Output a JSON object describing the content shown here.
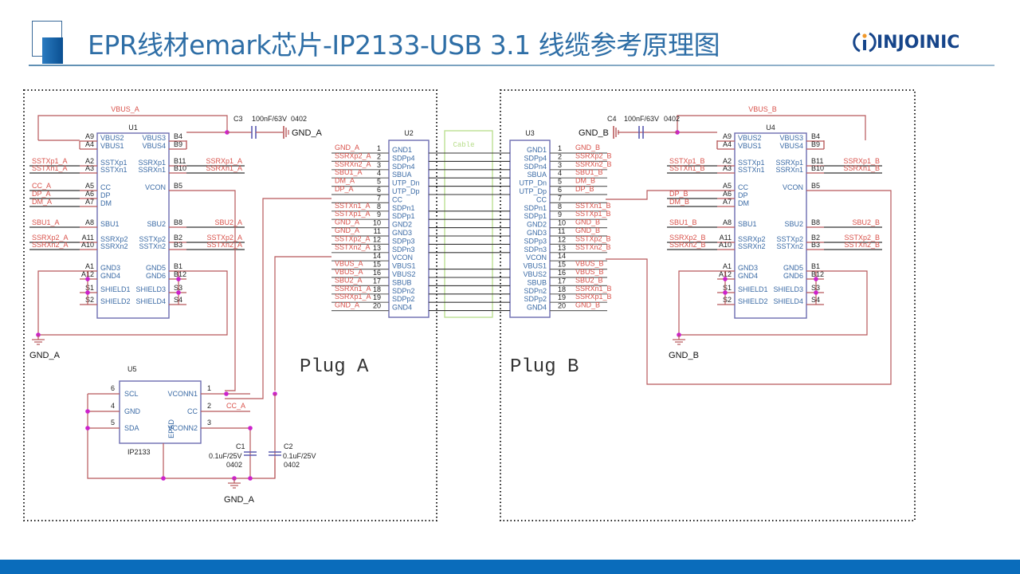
{
  "header": {
    "title": "EPR线材emark芯片-IP2133-USB 3.1 线缆参考原理图",
    "brand": "INJOINIC",
    "brand_icon": "i-circle-logo-icon"
  },
  "colors": {
    "accent": "#0a6cbb",
    "title": "#2e6ea6",
    "wire": "#b8585a",
    "net_label": "#d9524b",
    "pin_name": "#3a6aa5",
    "junction": "#cc22cc",
    "cable": "#b7dd8a"
  },
  "schematic": {
    "plug_a_label": "Plug A",
    "plug_b_label": "Plug B",
    "cable_label": "Cable",
    "u1": {
      "ref": "U1",
      "vbus_net": "VBUS_A",
      "left": [
        {
          "pin": "A9",
          "name": "VBUS2",
          "net": ""
        },
        {
          "pin": "A4",
          "name": "VBUS1",
          "net": ""
        },
        {
          "pin": "A2",
          "name": "SSTXp1",
          "net": "SSTXp1_A"
        },
        {
          "pin": "A3",
          "name": "SSTXn1",
          "net": "SSTXn1_A"
        },
        {
          "pin": "A5",
          "name": "CC",
          "net": "CC_A"
        },
        {
          "pin": "A6",
          "name": "DP",
          "net": "DP_A"
        },
        {
          "pin": "A7",
          "name": "DM",
          "net": "DM_A"
        },
        {
          "pin": "A8",
          "name": "SBU1",
          "net": "SBU1_A"
        },
        {
          "pin": "A11",
          "name": "SSRXp2",
          "net": "SSRXp2_A"
        },
        {
          "pin": "A10",
          "name": "SSRXn2",
          "net": "SSRXn2_A"
        },
        {
          "pin": "A1",
          "name": "GND3",
          "net": ""
        },
        {
          "pin": "A12",
          "name": "GND4",
          "net": ""
        },
        {
          "pin": "S1",
          "name": "SHIELD1",
          "net": ""
        },
        {
          "pin": "S2",
          "name": "SHIELD2",
          "net": ""
        }
      ],
      "right": [
        {
          "pin": "B4",
          "name": "VBUS3",
          "net": ""
        },
        {
          "pin": "B9",
          "name": "VBUS4",
          "net": ""
        },
        {
          "pin": "B11",
          "name": "SSRXp1",
          "net": "SSRXp1_A"
        },
        {
          "pin": "B10",
          "name": "SSRXn1",
          "net": "SSRXn1_A"
        },
        {
          "pin": "B5",
          "name": "VCON",
          "net": ""
        },
        {
          "pin": "B8",
          "name": "SBU2",
          "net": "SBU2_A"
        },
        {
          "pin": "B2",
          "name": "SSTXp2",
          "net": "SSTXp2_A"
        },
        {
          "pin": "B3",
          "name": "SSTXn2",
          "net": "SSTXn2_A"
        },
        {
          "pin": "B1",
          "name": "GND5",
          "net": ""
        },
        {
          "pin": "B12",
          "name": "GND6",
          "net": ""
        },
        {
          "pin": "S3",
          "name": "SHIELD3",
          "net": ""
        },
        {
          "pin": "S4",
          "name": "SHIELD4",
          "net": ""
        }
      ],
      "gnd": "GND_A"
    },
    "c3": {
      "ref": "C3",
      "value": "100nF/63V",
      "package": "0402",
      "gnd": "GND_A"
    },
    "c4": {
      "ref": "C4",
      "value": "100nF/63V",
      "package": "0402",
      "gnd": "GND_B"
    },
    "u2": {
      "ref": "U2",
      "pins": [
        {
          "num": "1",
          "name": "GND1",
          "net": "GND_A"
        },
        {
          "num": "2",
          "name": "SDPp4",
          "net": "SSRXp2_A"
        },
        {
          "num": "3",
          "name": "SDPn4",
          "net": "SSRXn2_A"
        },
        {
          "num": "4",
          "name": "SBUA",
          "net": "SBU1_A"
        },
        {
          "num": "5",
          "name": "UTP_Dn",
          "net": "DM_A"
        },
        {
          "num": "6",
          "name": "UTP_Dp",
          "net": "DP_A"
        },
        {
          "num": "7",
          "name": "CC",
          "net": ""
        },
        {
          "num": "8",
          "name": "SDPn1",
          "net": "SSTXn1_A"
        },
        {
          "num": "9",
          "name": "SDPp1",
          "net": "SSTXp1_A"
        },
        {
          "num": "10",
          "name": "GND2",
          "net": "GND_A"
        },
        {
          "num": "11",
          "name": "GND3",
          "net": "GND_A"
        },
        {
          "num": "12",
          "name": "SDPp3",
          "net": "SSTXp2_A"
        },
        {
          "num": "13",
          "name": "SDPn3",
          "net": "SSTXn2_A"
        },
        {
          "num": "14",
          "name": "VCON",
          "net": ""
        },
        {
          "num": "15",
          "name": "VBUS1",
          "net": "VBUS_A"
        },
        {
          "num": "16",
          "name": "VBUS2",
          "net": "VBUS_A"
        },
        {
          "num": "17",
          "name": "SBUB",
          "net": "SBU2_A"
        },
        {
          "num": "18",
          "name": "SDPn2",
          "net": "SSRXn1_A"
        },
        {
          "num": "19",
          "name": "SDPp2",
          "net": "SSRXp1_A"
        },
        {
          "num": "20",
          "name": "GND4",
          "net": "GND_A"
        }
      ]
    },
    "u3": {
      "ref": "U3",
      "pins": [
        {
          "num": "1",
          "name": "GND1",
          "net": "GND_B"
        },
        {
          "num": "2",
          "name": "SDPp4",
          "net": "SSRXp2_B"
        },
        {
          "num": "3",
          "name": "SDPn4",
          "net": "SSRXn2_B"
        },
        {
          "num": "4",
          "name": "SBUA",
          "net": "SBU1_B"
        },
        {
          "num": "5",
          "name": "UTP_Dn",
          "net": "DM_B"
        },
        {
          "num": "6",
          "name": "UTP_Dp",
          "net": "DP_B"
        },
        {
          "num": "7",
          "name": "CC",
          "net": ""
        },
        {
          "num": "8",
          "name": "SDPn1",
          "net": "SSTXn1_B"
        },
        {
          "num": "9",
          "name": "SDPp1",
          "net": "SSTXp1_B"
        },
        {
          "num": "10",
          "name": "GND2",
          "net": "GND_B"
        },
        {
          "num": "11",
          "name": "GND3",
          "net": "GND_B"
        },
        {
          "num": "12",
          "name": "SDPp3",
          "net": "SSTXp2_B"
        },
        {
          "num": "13",
          "name": "SDPn3",
          "net": "SSTXn2_B"
        },
        {
          "num": "14",
          "name": "VCON",
          "net": ""
        },
        {
          "num": "15",
          "name": "VBUS1",
          "net": "VBUS_B"
        },
        {
          "num": "16",
          "name": "VBUS2",
          "net": "VBUS_B"
        },
        {
          "num": "17",
          "name": "SBUB",
          "net": "SBU2_B"
        },
        {
          "num": "18",
          "name": "SDPn2",
          "net": "SSRXn1_B"
        },
        {
          "num": "19",
          "name": "SDPp2",
          "net": "SSRXp1_B"
        },
        {
          "num": "20",
          "name": "GND4",
          "net": "GND_B"
        }
      ]
    },
    "u4": {
      "ref": "U4",
      "vbus_net": "VBUS_B",
      "left": [
        {
          "pin": "A9",
          "name": "VBUS2",
          "net": ""
        },
        {
          "pin": "A4",
          "name": "VBUS1",
          "net": ""
        },
        {
          "pin": "A2",
          "name": "SSTXp1",
          "net": "SSTXp1_B"
        },
        {
          "pin": "A3",
          "name": "SSTXn1",
          "net": "SSTXn1_B"
        },
        {
          "pin": "A5",
          "name": "CC",
          "net": ""
        },
        {
          "pin": "A6",
          "name": "DP",
          "net": "DP_B"
        },
        {
          "pin": "A7",
          "name": "DM",
          "net": "DM_B"
        },
        {
          "pin": "A8",
          "name": "SBU1",
          "net": "SBU1_B"
        },
        {
          "pin": "A11",
          "name": "SSRXp2",
          "net": "SSRXp2_B"
        },
        {
          "pin": "A10",
          "name": "SSRXn2",
          "net": "SSRXn2_B"
        },
        {
          "pin": "A1",
          "name": "GND3",
          "net": ""
        },
        {
          "pin": "A12",
          "name": "GND4",
          "net": ""
        },
        {
          "pin": "S1",
          "name": "SHIELD1",
          "net": ""
        },
        {
          "pin": "S2",
          "name": "SHIELD2",
          "net": ""
        }
      ],
      "right": [
        {
          "pin": "B4",
          "name": "VBUS3",
          "net": ""
        },
        {
          "pin": "B9",
          "name": "VBUS4",
          "net": ""
        },
        {
          "pin": "B11",
          "name": "SSRXp1",
          "net": "SSRXp1_B"
        },
        {
          "pin": "B10",
          "name": "SSRXn1",
          "net": "SSRXn1_B"
        },
        {
          "pin": "B5",
          "name": "VCON",
          "net": ""
        },
        {
          "pin": "B8",
          "name": "SBU2",
          "net": "SBU2_B"
        },
        {
          "pin": "B2",
          "name": "SSTXp2",
          "net": "SSTXp2_B"
        },
        {
          "pin": "B3",
          "name": "SSTXn2",
          "net": "SSTXn2_B"
        },
        {
          "pin": "B1",
          "name": "GND5",
          "net": ""
        },
        {
          "pin": "B12",
          "name": "GND6",
          "net": ""
        },
        {
          "pin": "S3",
          "name": "SHIELD3",
          "net": ""
        },
        {
          "pin": "S4",
          "name": "SHIELD4",
          "net": ""
        }
      ],
      "gnd": "GND_B"
    },
    "u5": {
      "ref": "U5",
      "part": "IP2133",
      "epad": "EPAD",
      "left": [
        {
          "pin": "6",
          "name": "SCL"
        },
        {
          "pin": "4",
          "name": "GND"
        },
        {
          "pin": "5",
          "name": "SDA"
        }
      ],
      "right": [
        {
          "pin": "1",
          "name": "VCONN1"
        },
        {
          "pin": "2",
          "name": "CC",
          "net": "CC_A"
        },
        {
          "pin": "3",
          "name": "VCONN2"
        }
      ],
      "gnd": "GND_A"
    },
    "c1": {
      "ref": "C1",
      "value": "0.1uF/25V",
      "package": "0402"
    },
    "c2": {
      "ref": "C2",
      "value": "0.1uF/25V",
      "package": "0402"
    }
  }
}
